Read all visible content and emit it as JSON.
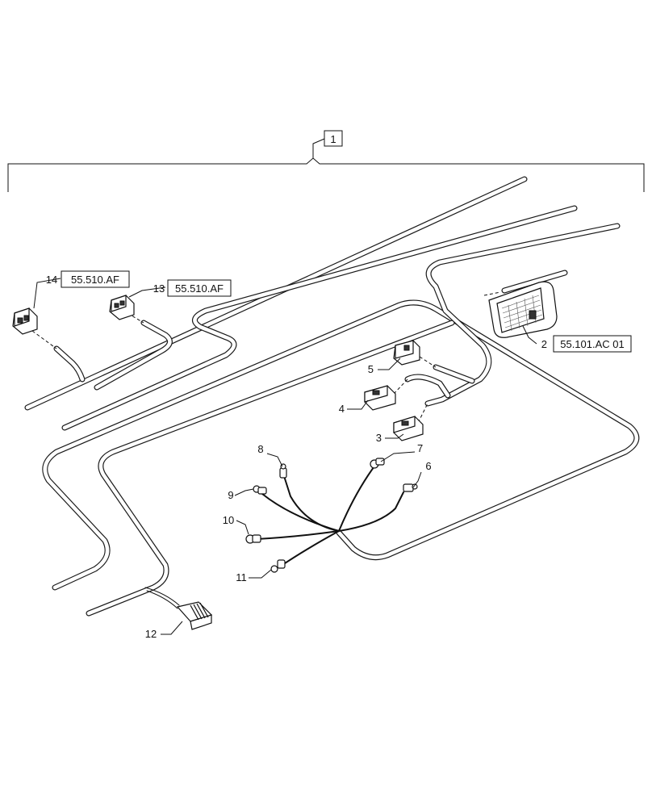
{
  "callouts": {
    "c1": "1",
    "c2": "2",
    "c3": "3",
    "c4": "4",
    "c5": "5",
    "c6": "6",
    "c7": "7",
    "c8": "8",
    "c9": "9",
    "c10": "10",
    "c11": "11",
    "c12": "12",
    "c13": "13",
    "c14": "14"
  },
  "references": {
    "r2": "55.101.AC 01",
    "r13": "55.510.AF",
    "r14": "55.510.AF"
  }
}
